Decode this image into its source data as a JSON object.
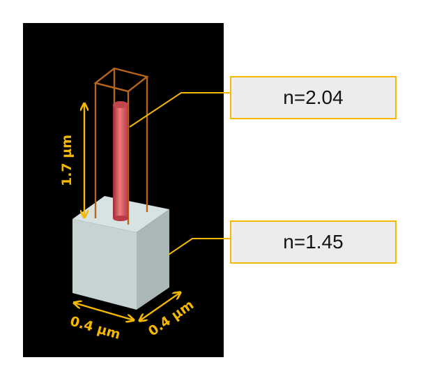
{
  "diagram": {
    "labels": {
      "pillar_index": "n=2.04",
      "substrate_index": "n=1.45",
      "height": "1.7 µm",
      "width_front": "0.4 µm",
      "width_side": "0.4 µm"
    },
    "colors": {
      "background": "#000000",
      "annotation": "#f5b800",
      "pillar": "#d9505a",
      "cage": "#b5651d",
      "substrate": "#c6d3d3"
    }
  }
}
